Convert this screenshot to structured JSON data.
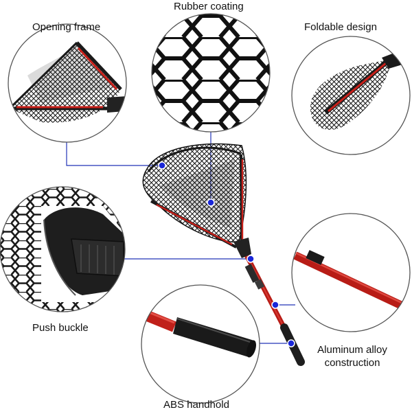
{
  "labels": {
    "opening_frame": "Opening frame",
    "rubber_coating": "Rubber coating",
    "foldable_design": "Foldable design",
    "push_buckle": "Push buckle",
    "aluminum_line1": "Aluminum alloy",
    "aluminum_line2": "construction",
    "abs_handhold": "ABS handhold"
  },
  "colors": {
    "accent_dot": "#1a27d8",
    "leader_line": "#2233b8",
    "handle_red": "#c8201a",
    "net_black": "#161616",
    "circle_border": "#555555"
  },
  "icons": {
    "callout_dot": "callout-dot-icon"
  }
}
